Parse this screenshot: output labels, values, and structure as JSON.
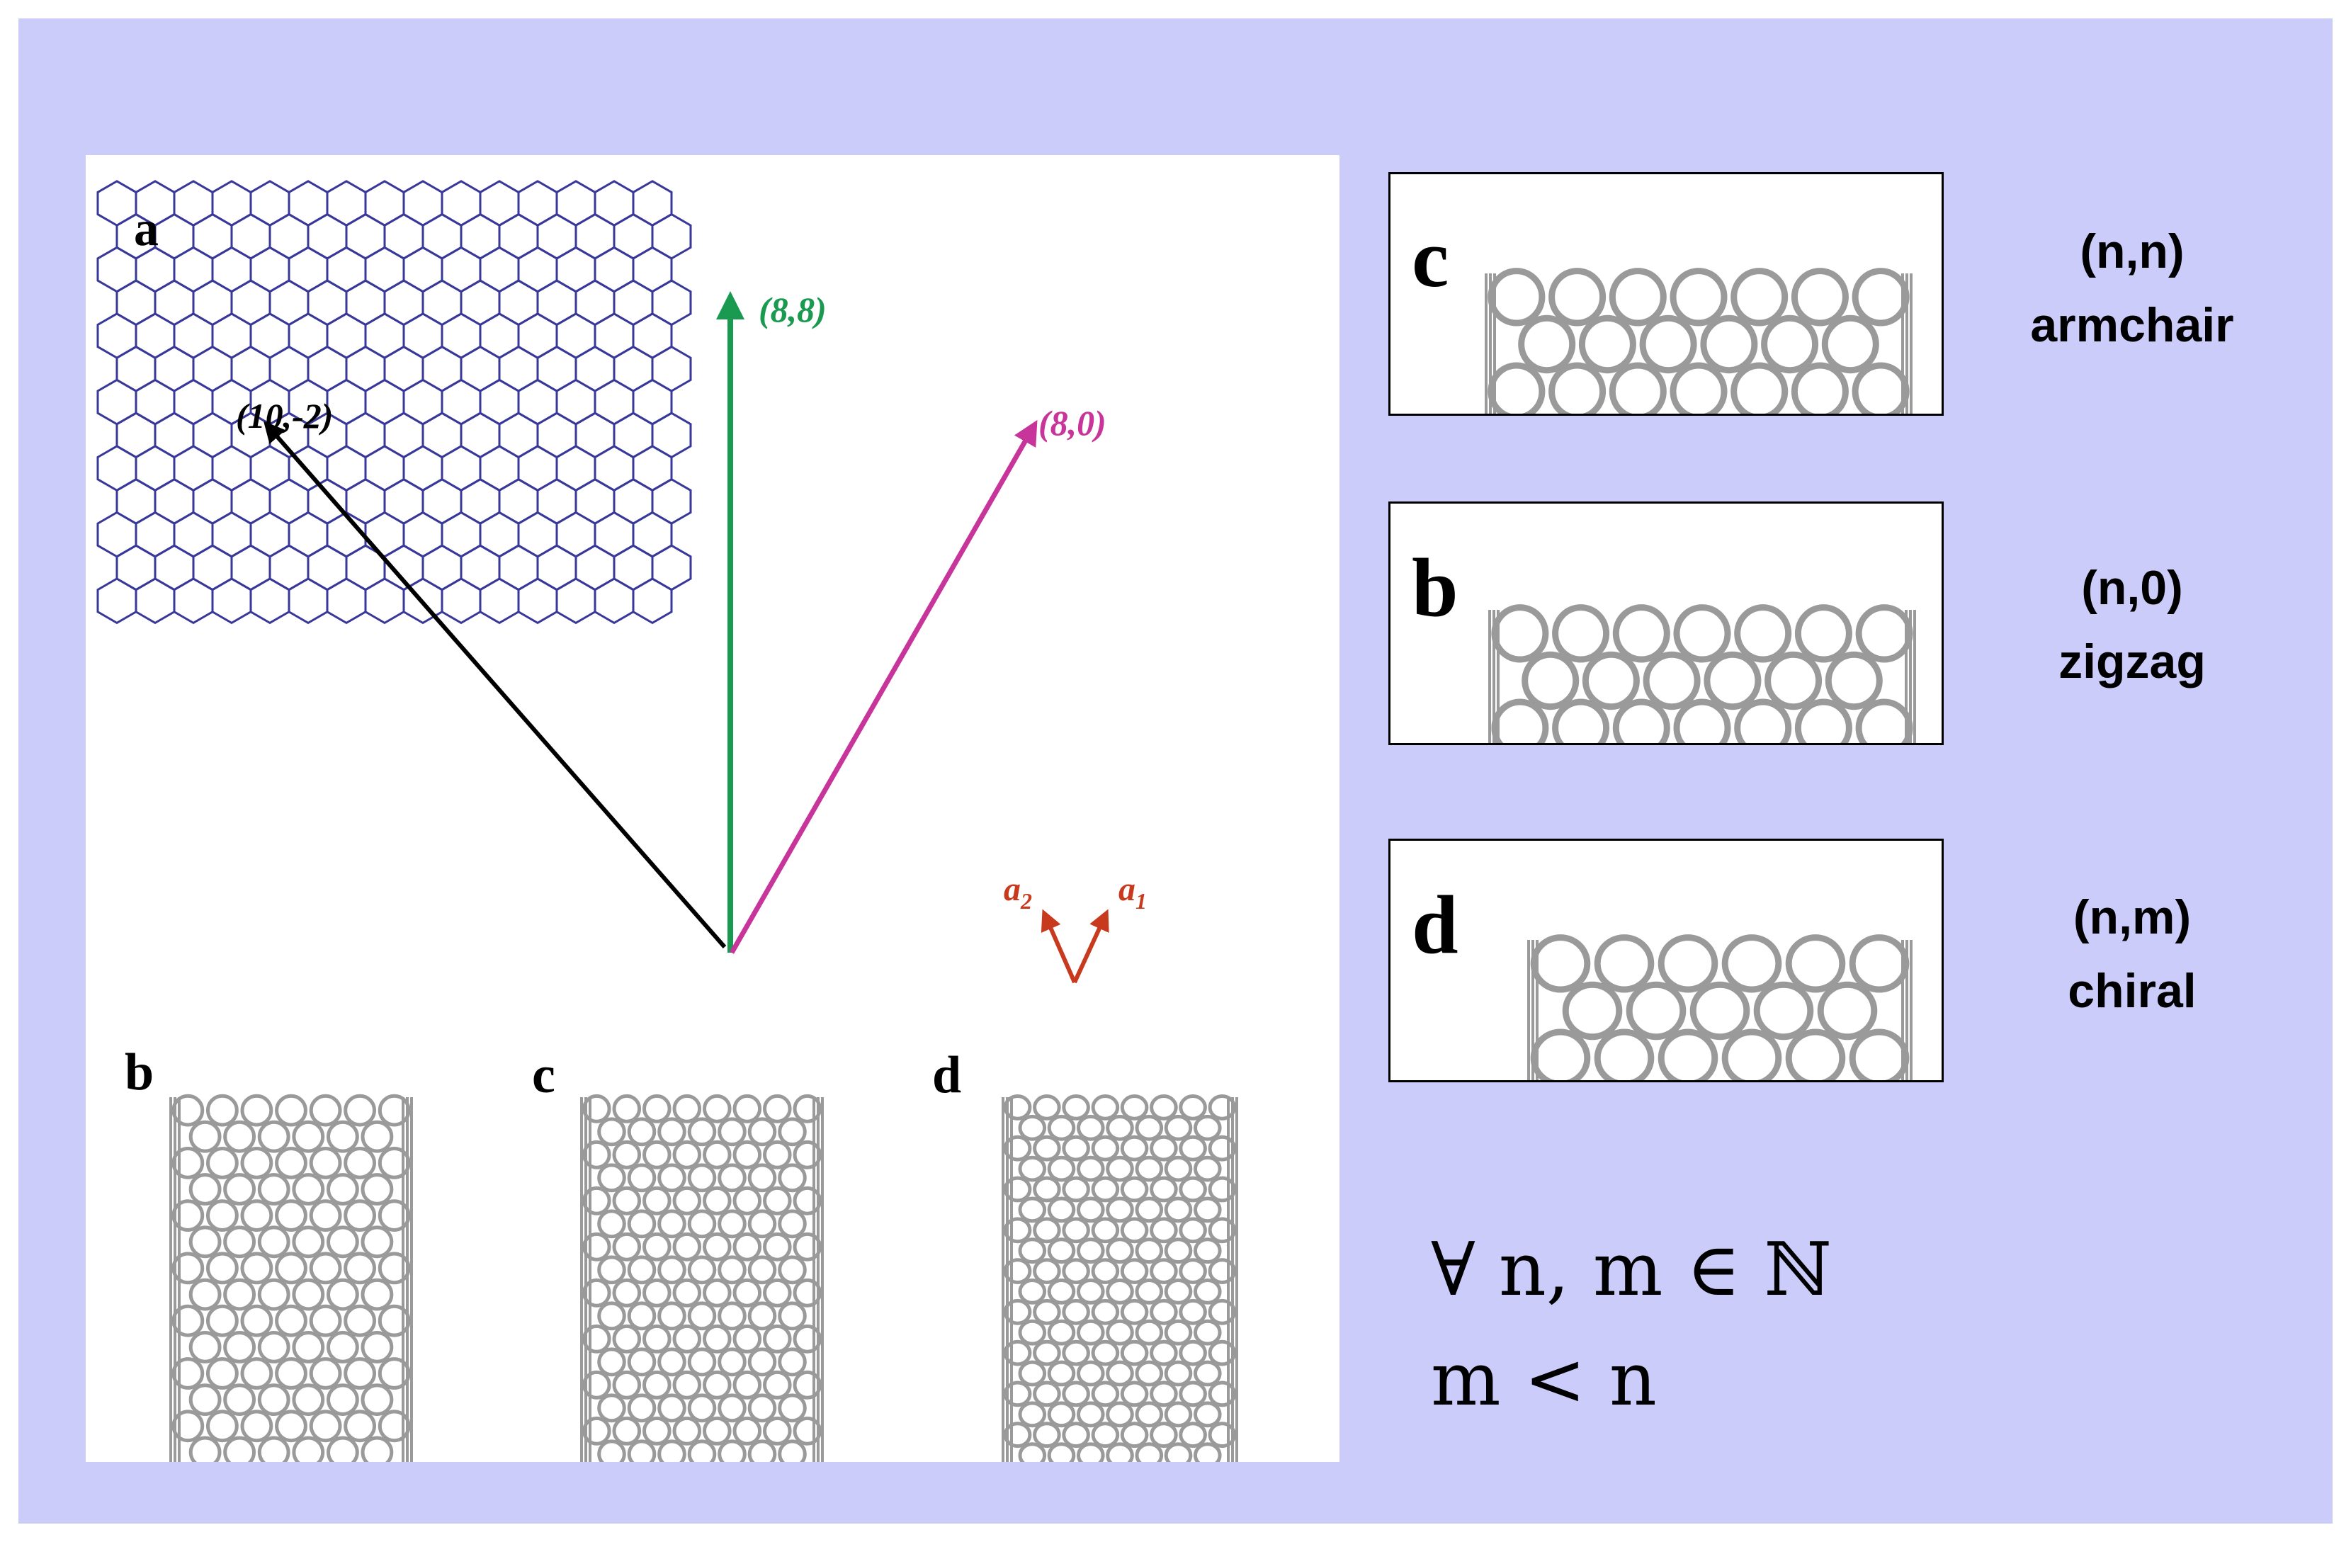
{
  "panels": {
    "a": {
      "letter": "a"
    },
    "b": {
      "letter": "b"
    },
    "c": {
      "letter": "c"
    },
    "d": {
      "letter": "d"
    }
  },
  "vectors": [
    {
      "label": "(8,8)",
      "color": "#1a9a50"
    },
    {
      "label": "(10,-2)",
      "color": "#000000"
    },
    {
      "label": "(8,0)",
      "color": "#c8359a"
    }
  ],
  "basis": {
    "a2": {
      "base": "a",
      "sub": "2"
    },
    "a1": {
      "base": "a",
      "sub": "1"
    },
    "color": "#c83a1e"
  },
  "side_boxes": [
    {
      "letter": "c",
      "notation": "(n,n)",
      "type": "armchair"
    },
    {
      "letter": "b",
      "notation": "(n,0)",
      "type": "zigzag"
    },
    {
      "letter": "d",
      "notation": "(n,m)",
      "type": "chiral"
    }
  ],
  "conditions": {
    "line1": "∀ n, m ∈ ℕ",
    "line2": "m < n"
  },
  "colors": {
    "background": "#ccccfa",
    "lattice": "#38389a",
    "nanotube": "#9a9a9a"
  }
}
